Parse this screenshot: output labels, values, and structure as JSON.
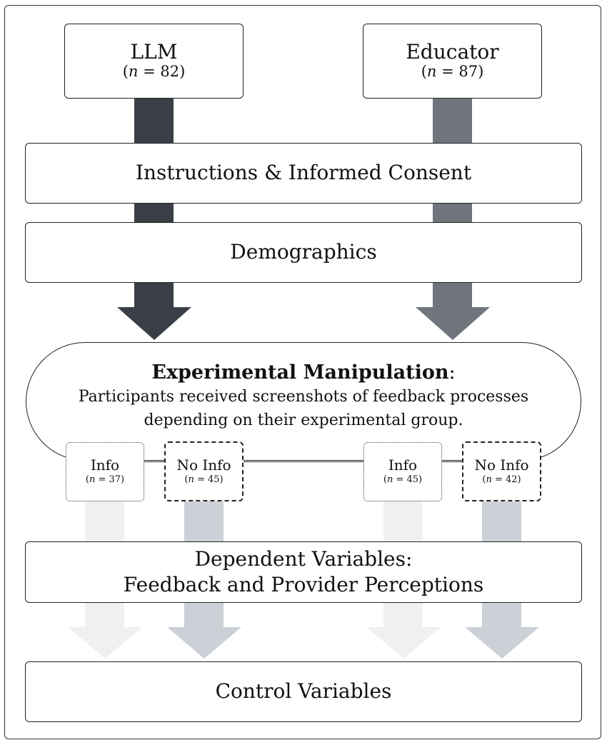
{
  "groups": {
    "llm": {
      "label": "LLM",
      "n_prefix": "(",
      "n_symbol": "n",
      "n_suffix": " = 82)"
    },
    "educator": {
      "label": "Educator",
      "n_prefix": "(",
      "n_symbol": "n",
      "n_suffix": " = 87)"
    }
  },
  "steps": {
    "consent": "Instructions & Informed Consent",
    "demographics": "Demographics",
    "dependent_line1": "Dependent Variables:",
    "dependent_line2": "Feedback and Provider Perceptions",
    "control": "Control Variables"
  },
  "manipulation": {
    "heading_bold": "Experimental Manipulation",
    "heading_rest": ":",
    "desc_line1": "Participants received screenshots of feedback processes",
    "desc_line2": "depending on their experimental group."
  },
  "subgroups": {
    "llm_info": {
      "label": "Info",
      "n_prefix": "(",
      "n_symbol": "n",
      "n_suffix": " = 37)"
    },
    "llm_noinfo": {
      "label": "No Info",
      "n_prefix": "(",
      "n_symbol": "n",
      "n_suffix": " = 45)"
    },
    "edu_info": {
      "label": "Info",
      "n_prefix": "(",
      "n_symbol": "n",
      "n_suffix": " = 45)"
    },
    "edu_noinfo": {
      "label": "No Info",
      "n_prefix": "(",
      "n_symbol": "n",
      "n_suffix": " = 42)"
    }
  },
  "colors": {
    "llm_arrow": "#3a3f47",
    "educator_arrow": "#6f747d",
    "info_arrow": "#eff0f2",
    "noinfo_arrow": "#ccd0d7"
  }
}
